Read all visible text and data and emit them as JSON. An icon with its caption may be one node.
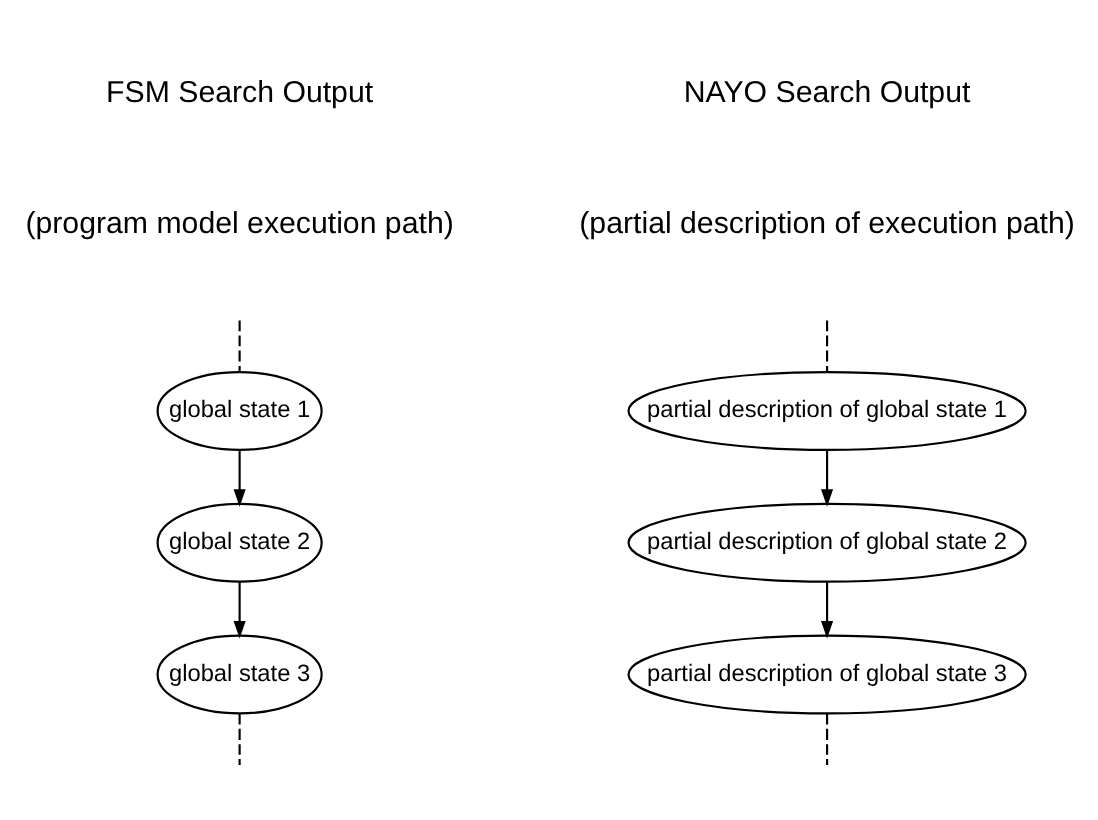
{
  "diagram": {
    "nodes": [
      {
        "text": [
          "global state 1"
        ]
      },
      {
        "text": [
          "global state 2"
        ]
      },
      {
        "text": [
          "global state 3"
        ]
      },
      {
        "text": [
          "partial description of global state 1"
        ]
      },
      {
        "text": [
          "partial description of global state 2"
        ]
      },
      {
        "text": [
          "partial description of global state 3"
        ]
      }
    ],
    "edges": [
      {
        "from": null,
        "to": 0,
        "arrow": "none",
        "style": "dashed"
      },
      {
        "from": 0,
        "to": 1,
        "arrow": "to"
      },
      {
        "from": 1,
        "to": 2,
        "arrow": "to"
      },
      {
        "from": 2,
        "to": null,
        "arrow": "none",
        "style": "dashed"
      },
      {
        "from": null,
        "to": 3,
        "arrow": "none",
        "style": "dashed"
      },
      {
        "from": 3,
        "to": 4,
        "arrow": "to"
      },
      {
        "from": 4,
        "to": 5,
        "arrow": "to"
      },
      {
        "from": 5,
        "to": null,
        "arrow": "none",
        "style": "dashed"
      }
    ],
    "labels": [
      "FSM Search Output",
      "(program model execution path)",
      "NAYO Search Output",
      "(partial description of execution path)"
    ]
  }
}
